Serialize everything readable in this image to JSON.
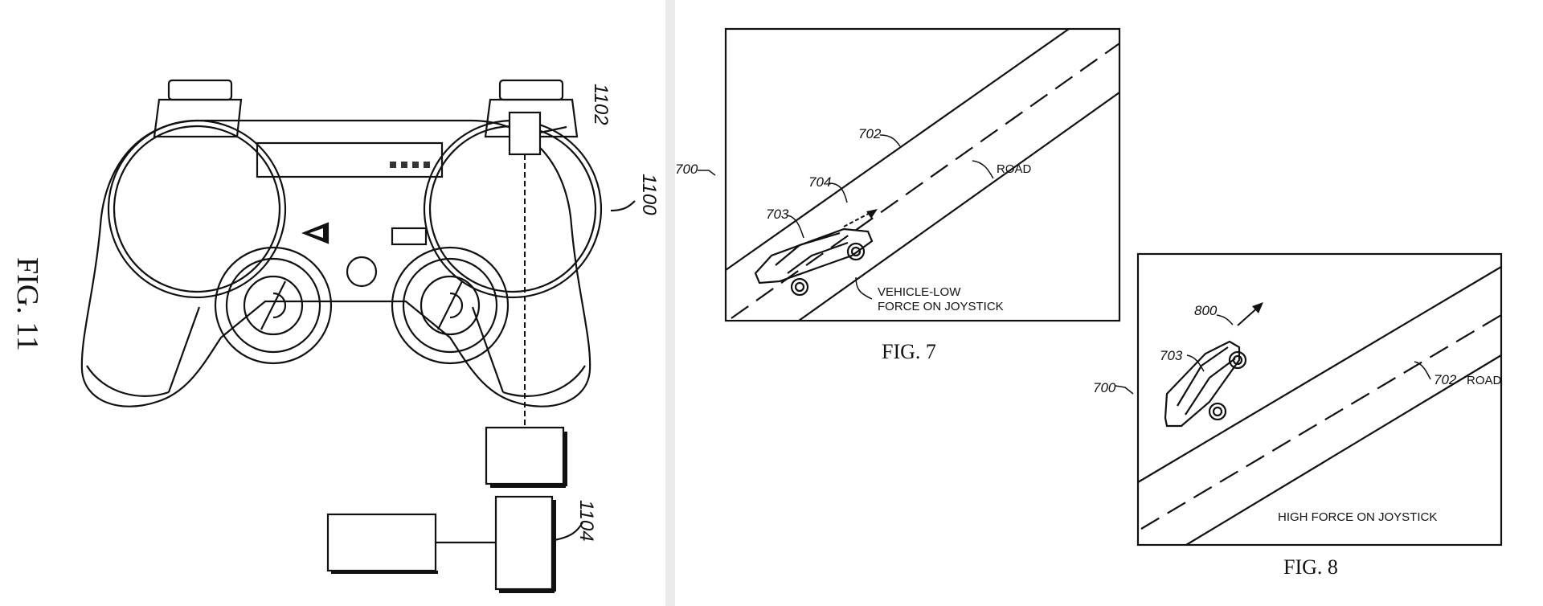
{
  "fig11": {
    "caption": "FIG. 11",
    "ref_controller": "1100",
    "ref_sensor": "1102",
    "ref_module": "1104"
  },
  "fig7": {
    "caption": "FIG. 7",
    "ref_display": "700",
    "ref_road": "702",
    "ref_vehicle": "703",
    "ref_arrow": "704",
    "road_label": "ROAD",
    "vehicle_note_line1": "VEHICLE-LOW",
    "vehicle_note_line2": "FORCE ON JOYSTICK"
  },
  "fig8": {
    "caption": "FIG. 8",
    "ref_display": "700",
    "ref_vehicle": "703",
    "ref_arrow": "800",
    "ref_road": "702",
    "road_label": "ROAD",
    "force_note": "HIGH FORCE ON JOYSTICK"
  }
}
